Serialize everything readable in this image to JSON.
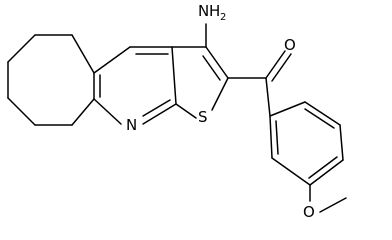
{
  "molecule": {
    "atom_labels": {
      "amine_N": "N",
      "amine_H": "H",
      "amine_H_count": "2",
      "carbonyl_O": "O",
      "pyridine_N": "N",
      "thiophene_S": "S",
      "methoxy_O": "O"
    },
    "colors": {
      "bond": "#000000",
      "background": "#ffffff"
    }
  }
}
